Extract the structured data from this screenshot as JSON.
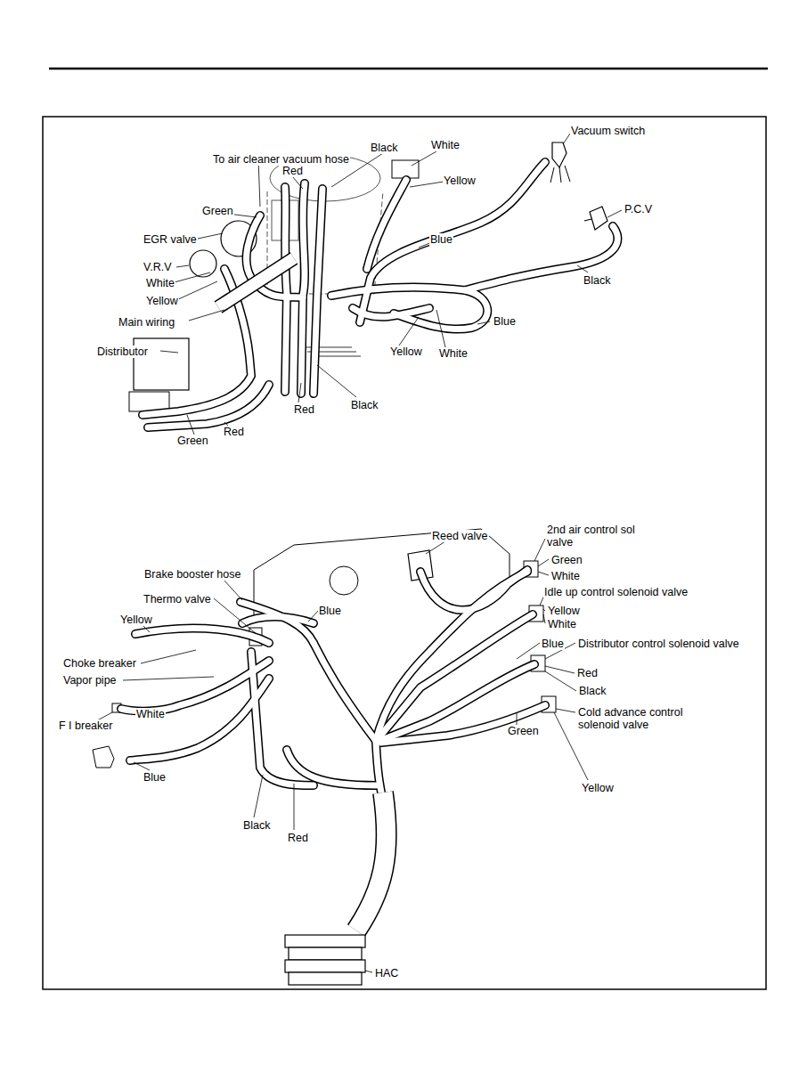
{
  "diagram": {
    "labels": [
      "Vacuum switch",
      "White",
      "Black",
      "To air cleaner vacuum hose",
      "Red",
      "Yellow",
      "P.C.V",
      "Green",
      "EGR valve",
      "Blue",
      "V.R.V",
      "Black",
      "White",
      "Yellow",
      "Main wiring",
      "Blue",
      "Distributor",
      "Yellow",
      "White",
      "Black",
      "Red",
      "Red",
      "Green",
      "Reed valve",
      "2nd air control sol valve",
      "Green",
      "White",
      "Brake booster hose",
      "Idle up control solenoid valve",
      "Thermo valve",
      "Blue",
      "Yellow",
      "Yellow",
      "White",
      "Blue",
      "Distributor control solenoid valve",
      "Red",
      "Choke breaker",
      "Black",
      "Vapor pipe",
      "Cold advance control solenoid valve",
      "White",
      "F I breaker",
      "Green",
      "Blue",
      "Yellow",
      "Black",
      "Red",
      "HAC"
    ]
  }
}
